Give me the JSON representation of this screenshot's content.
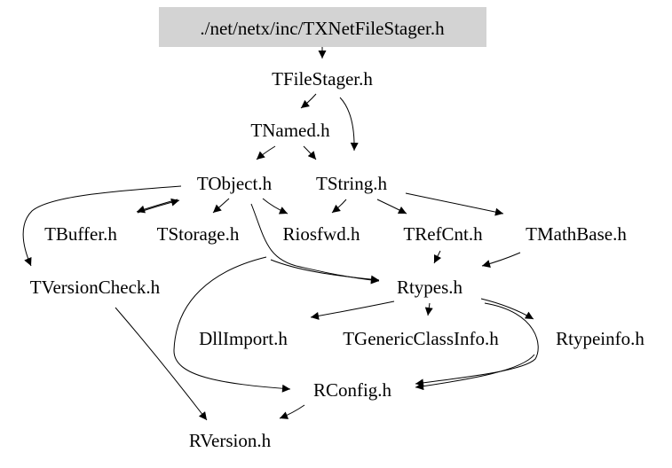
{
  "diagram": {
    "style": {
      "root_fill": "#d3d3d3",
      "edge_color": "#000000",
      "text_color": "#000000",
      "background": "#ffffff"
    },
    "nodes": [
      {
        "id": "txnetfilestager",
        "label": "./net/netx/inc/TXNetFileStager.h",
        "highlighted": true
      },
      {
        "id": "tfilestager",
        "label": "TFileStager.h"
      },
      {
        "id": "tnamed",
        "label": "TNamed.h"
      },
      {
        "id": "tobject",
        "label": "TObject.h"
      },
      {
        "id": "tstring",
        "label": "TString.h"
      },
      {
        "id": "tbuffer",
        "label": "TBuffer.h"
      },
      {
        "id": "tstorage",
        "label": "TStorage.h"
      },
      {
        "id": "riosfwd",
        "label": "Riosfwd.h"
      },
      {
        "id": "trefcnt",
        "label": "TRefCnt.h"
      },
      {
        "id": "tmathbase",
        "label": "TMathBase.h"
      },
      {
        "id": "tversioncheck",
        "label": "TVersionCheck.h"
      },
      {
        "id": "rtypes",
        "label": "Rtypes.h"
      },
      {
        "id": "dllimport",
        "label": "DllImport.h"
      },
      {
        "id": "tgenericclassinfo",
        "label": "TGenericClassInfo.h"
      },
      {
        "id": "rtypeinfo",
        "label": "Rtypeinfo.h"
      },
      {
        "id": "rconfig",
        "label": "RConfig.h"
      },
      {
        "id": "rversion",
        "label": "RVersion.h"
      }
    ],
    "edges": [
      {
        "from": "txnetfilestager",
        "to": "tfilestager"
      },
      {
        "from": "tfilestager",
        "to": "tnamed"
      },
      {
        "from": "tfilestager",
        "to": "tstring"
      },
      {
        "from": "tnamed",
        "to": "tobject"
      },
      {
        "from": "tnamed",
        "to": "tstring"
      },
      {
        "from": "tobject",
        "to": "tbuffer"
      },
      {
        "from": "tobject",
        "to": "tstorage"
      },
      {
        "from": "tobject",
        "to": "riosfwd"
      },
      {
        "from": "tobject",
        "to": "tversioncheck"
      },
      {
        "from": "tobject",
        "to": "rtypes"
      },
      {
        "from": "tobject",
        "to": "rconfig"
      },
      {
        "from": "tbuffer",
        "to": "tobject"
      },
      {
        "from": "tstring",
        "to": "riosfwd"
      },
      {
        "from": "tstring",
        "to": "trefcnt"
      },
      {
        "from": "tstring",
        "to": "tmathbase"
      },
      {
        "from": "tstring",
        "to": "rtypes"
      },
      {
        "from": "trefcnt",
        "to": "rtypes"
      },
      {
        "from": "tmathbase",
        "to": "rtypes"
      },
      {
        "from": "rtypes",
        "to": "dllimport"
      },
      {
        "from": "rtypes",
        "to": "tgenericclassinfo"
      },
      {
        "from": "rtypes",
        "to": "rtypeinfo"
      },
      {
        "from": "rtypes",
        "to": "rconfig"
      },
      {
        "from": "rtypeinfo",
        "to": "rconfig"
      },
      {
        "from": "tversioncheck",
        "to": "rversion"
      },
      {
        "from": "rconfig",
        "to": "rversion"
      }
    ]
  }
}
